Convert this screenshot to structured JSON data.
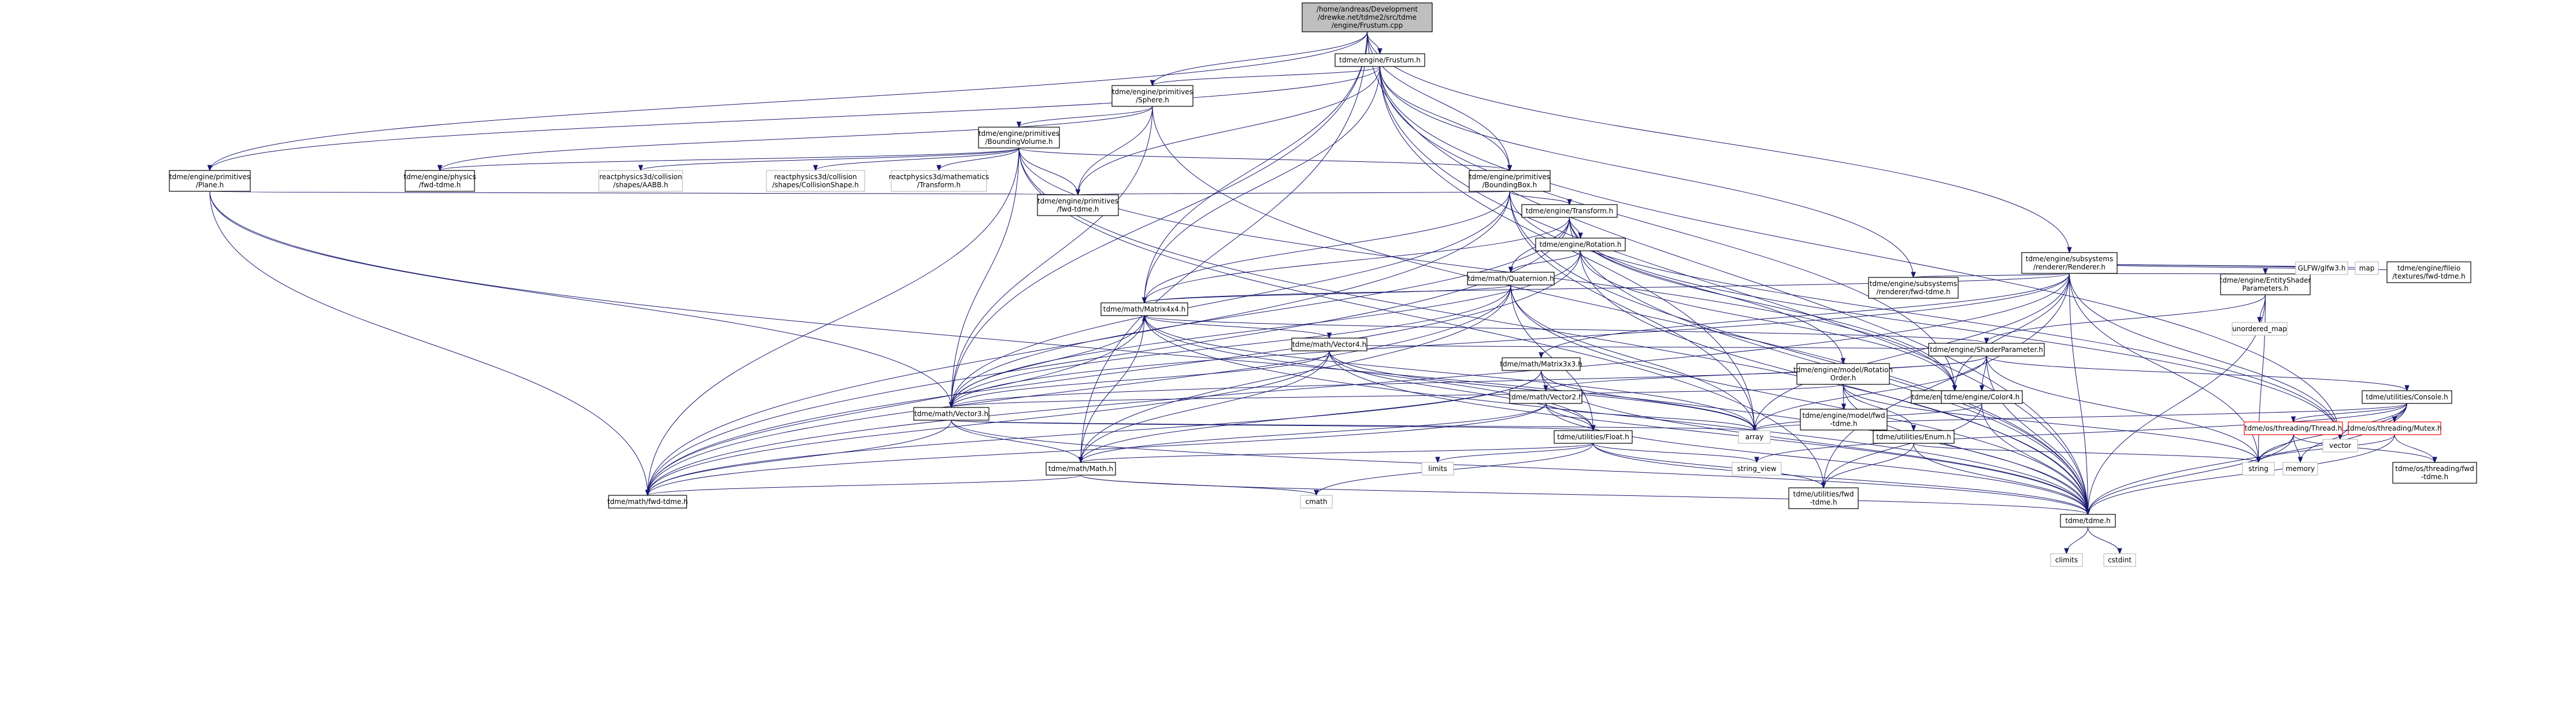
{
  "graph": {
    "nodes": [
      {
        "id": "root",
        "lines": [
          "/home/andreas/Development",
          "/drewke.net/tdme2/src/tdme",
          "/engine/Frustum.cpp"
        ],
        "style": "root"
      },
      {
        "id": "frustum_h",
        "lines": [
          "tdme/engine/Frustum.h"
        ],
        "style": "normal"
      },
      {
        "id": "sphere_h",
        "lines": [
          "tdme/engine/primitives",
          "/Sphere.h"
        ],
        "style": "normal"
      },
      {
        "id": "bv_h",
        "lines": [
          "tdme/engine/primitives",
          "/BoundingVolume.h"
        ],
        "style": "normal"
      },
      {
        "id": "plane_h",
        "lines": [
          "tdme/engine/primitives",
          "/Plane.h"
        ],
        "style": "normal"
      },
      {
        "id": "phys_fwd",
        "lines": [
          "tdme/engine/physics",
          "/fwd-tdme.h"
        ],
        "style": "normal"
      },
      {
        "id": "rp3d_aabb",
        "lines": [
          "reactphysics3d/collision",
          "/shapes/AABB.h"
        ],
        "style": "ext"
      },
      {
        "id": "rp3d_cs",
        "lines": [
          "reactphysics3d/collision",
          "/shapes/CollisionShape.h"
        ],
        "style": "ext"
      },
      {
        "id": "rp3d_tr",
        "lines": [
          "reactphysics3d/mathematics",
          "/Transform.h"
        ],
        "style": "ext"
      },
      {
        "id": "prim_fwd",
        "lines": [
          "tdme/engine/primitives",
          "/fwd-tdme.h"
        ],
        "style": "normal"
      },
      {
        "id": "bbox_h",
        "lines": [
          "tdme/engine/primitives",
          "/BoundingBox.h"
        ],
        "style": "normal"
      },
      {
        "id": "transform_h",
        "lines": [
          "tdme/engine/Transform.h"
        ],
        "style": "normal"
      },
      {
        "id": "rotation_h",
        "lines": [
          "tdme/engine/Rotation.h"
        ],
        "style": "normal"
      },
      {
        "id": "quat_h",
        "lines": [
          "tdme/math/Quaternion.h"
        ],
        "style": "normal"
      },
      {
        "id": "m44_h",
        "lines": [
          "tdme/math/Matrix4x4.h"
        ],
        "style": "normal"
      },
      {
        "id": "v4_h",
        "lines": [
          "tdme/math/Vector4.h"
        ],
        "style": "normal"
      },
      {
        "id": "m33_h",
        "lines": [
          "tdme/math/Matrix3x3.h"
        ],
        "style": "normal"
      },
      {
        "id": "v3_h",
        "lines": [
          "tdme/math/Vector3.h"
        ],
        "style": "normal"
      },
      {
        "id": "v2_h",
        "lines": [
          "tdme/math/Vector2.h"
        ],
        "style": "normal"
      },
      {
        "id": "float_h",
        "lines": [
          "tdme/utilities/Float.h"
        ],
        "style": "normal"
      },
      {
        "id": "math_h",
        "lines": [
          "tdme/math/Math.h"
        ],
        "style": "normal"
      },
      {
        "id": "math_fwd",
        "lines": [
          "tdme/math/fwd-tdme.h"
        ],
        "style": "normal"
      },
      {
        "id": "tdme_h",
        "lines": [
          "tdme/tdme.h"
        ],
        "style": "normal"
      },
      {
        "id": "climits",
        "lines": [
          "climits"
        ],
        "style": "ext"
      },
      {
        "id": "cstdint",
        "lines": [
          "cstdint"
        ],
        "style": "ext"
      },
      {
        "id": "cmath",
        "lines": [
          "cmath"
        ],
        "style": "ext"
      },
      {
        "id": "limits",
        "lines": [
          "limits"
        ],
        "style": "ext"
      },
      {
        "id": "string_view",
        "lines": [
          "string_view"
        ],
        "style": "ext"
      },
      {
        "id": "util_fwd",
        "lines": [
          "tdme/utilities/fwd",
          "-tdme.h"
        ],
        "style": "normal"
      },
      {
        "id": "array",
        "lines": [
          "array"
        ],
        "style": "ext"
      },
      {
        "id": "vector",
        "lines": [
          "vector"
        ],
        "style": "ext"
      },
      {
        "id": "string",
        "lines": [
          "string"
        ],
        "style": "ext"
      },
      {
        "id": "memory",
        "lines": [
          "memory"
        ],
        "style": "ext"
      },
      {
        "id": "rot_order_h",
        "lines": [
          "tdme/engine/model/Rotation",
          "Order.h"
        ],
        "style": "normal"
      },
      {
        "id": "model_fwd",
        "lines": [
          "tdme/engine/model/fwd",
          "-tdme.h"
        ],
        "style": "normal"
      },
      {
        "id": "enum_h",
        "lines": [
          "tdme/utilities/Enum.h"
        ],
        "style": "normal"
      },
      {
        "id": "engine_fwd",
        "lines": [
          "tdme/engine/fwd-tdme.h"
        ],
        "style": "normal"
      },
      {
        "id": "renderer_h",
        "lines": [
          "tdme/engine/subsystems",
          "/renderer/Renderer.h"
        ],
        "style": "normal"
      },
      {
        "id": "renderer_fwd",
        "lines": [
          "tdme/engine/subsystems",
          "/renderer/fwd-tdme.h"
        ],
        "style": "normal"
      },
      {
        "id": "esp_h",
        "lines": [
          "tdme/engine/EntityShader",
          "Parameters.h"
        ],
        "style": "normal"
      },
      {
        "id": "glfw",
        "lines": [
          "GLFW/glfw3.h"
        ],
        "style": "ext"
      },
      {
        "id": "map",
        "lines": [
          "map"
        ],
        "style": "ext"
      },
      {
        "id": "fileio_fwd",
        "lines": [
          "tdme/engine/fileio",
          "/textures/fwd-tdme.h"
        ],
        "style": "normal"
      },
      {
        "id": "unordered_map",
        "lines": [
          "unordered_map"
        ],
        "style": "ext"
      },
      {
        "id": "shaderparam_h",
        "lines": [
          "tdme/engine/ShaderParameter.h"
        ],
        "style": "normal"
      },
      {
        "id": "color4_h",
        "lines": [
          "tdme/engine/Color4.h"
        ],
        "style": "normal"
      },
      {
        "id": "console_h",
        "lines": [
          "tdme/utilities/Console.h"
        ],
        "style": "normal"
      },
      {
        "id": "thread_h",
        "lines": [
          "tdme/os/threading/Thread.h"
        ],
        "style": "red"
      },
      {
        "id": "mutex_h",
        "lines": [
          "tdme/os/threading/Mutex.h"
        ],
        "style": "red"
      },
      {
        "id": "thread_fwd",
        "lines": [
          "tdme/os/threading/fwd",
          "-tdme.h"
        ],
        "style": "normal"
      }
    ],
    "edges": [
      [
        "root",
        "frustum_h"
      ],
      [
        "root",
        "sphere_h"
      ],
      [
        "root",
        "plane_h"
      ],
      [
        "root",
        "bbox_h"
      ],
      [
        "root",
        "m44_h"
      ],
      [
        "root",
        "v3_h"
      ],
      [
        "root",
        "math_h"
      ],
      [
        "root",
        "renderer_h"
      ],
      [
        "root",
        "tdme_h"
      ],
      [
        "frustum_h",
        "sphere_h"
      ],
      [
        "frustum_h",
        "bbox_h"
      ],
      [
        "frustum_h",
        "plane_h"
      ],
      [
        "frustum_h",
        "prim_fwd"
      ],
      [
        "frustum_h",
        "m44_h"
      ],
      [
        "frustum_h",
        "array"
      ],
      [
        "frustum_h",
        "engine_fwd"
      ],
      [
        "frustum_h",
        "renderer_fwd"
      ],
      [
        "frustum_h",
        "tdme_h"
      ],
      [
        "frustum_h",
        "vector"
      ],
      [
        "sphere_h",
        "bv_h"
      ],
      [
        "sphere_h",
        "phys_fwd"
      ],
      [
        "sphere_h",
        "prim_fwd"
      ],
      [
        "sphere_h",
        "v3_h"
      ],
      [
        "sphere_h",
        "tdme_h"
      ],
      [
        "bv_h",
        "phys_fwd"
      ],
      [
        "bv_h",
        "rp3d_aabb"
      ],
      [
        "bv_h",
        "rp3d_cs"
      ],
      [
        "bv_h",
        "rp3d_tr"
      ],
      [
        "bv_h",
        "prim_fwd"
      ],
      [
        "bv_h",
        "bbox_h"
      ],
      [
        "bv_h",
        "engine_fwd"
      ],
      [
        "bv_h",
        "v3_h"
      ],
      [
        "bv_h",
        "math_fwd"
      ],
      [
        "bv_h",
        "tdme_h"
      ],
      [
        "bv_h",
        "util_fwd"
      ],
      [
        "plane_h",
        "prim_fwd"
      ],
      [
        "plane_h",
        "v3_h"
      ],
      [
        "plane_h",
        "math_fwd"
      ],
      [
        "plane_h",
        "tdme_h"
      ],
      [
        "bbox_h",
        "prim_fwd"
      ],
      [
        "bbox_h",
        "transform_h"
      ],
      [
        "bbox_h",
        "m44_h"
      ],
      [
        "bbox_h",
        "v3_h"
      ],
      [
        "bbox_h",
        "math_fwd"
      ],
      [
        "bbox_h",
        "array"
      ],
      [
        "bbox_h",
        "vector"
      ],
      [
        "bbox_h",
        "tdme_h"
      ],
      [
        "transform_h",
        "rotation_h"
      ],
      [
        "transform_h",
        "rot_order_h"
      ],
      [
        "transform_h",
        "quat_h"
      ],
      [
        "transform_h",
        "m44_h"
      ],
      [
        "transform_h",
        "v3_h"
      ],
      [
        "transform_h",
        "math_fwd"
      ],
      [
        "transform_h",
        "engine_fwd"
      ],
      [
        "transform_h",
        "vector"
      ],
      [
        "transform_h",
        "tdme_h"
      ],
      [
        "rotation_h",
        "quat_h"
      ],
      [
        "rotation_h",
        "v3_h"
      ],
      [
        "rotation_h",
        "math_fwd"
      ],
      [
        "rotation_h",
        "engine_fwd"
      ],
      [
        "rotation_h",
        "tdme_h"
      ],
      [
        "quat_h",
        "m44_h"
      ],
      [
        "quat_h",
        "v3_h"
      ],
      [
        "quat_h",
        "math_h"
      ],
      [
        "quat_h",
        "math_fwd"
      ],
      [
        "quat_h",
        "float_h"
      ],
      [
        "quat_h",
        "array"
      ],
      [
        "quat_h",
        "tdme_h"
      ],
      [
        "m44_h",
        "v4_h"
      ],
      [
        "m44_h",
        "v3_h"
      ],
      [
        "m44_h",
        "math_h"
      ],
      [
        "m44_h",
        "math_fwd"
      ],
      [
        "m44_h",
        "float_h"
      ],
      [
        "m44_h",
        "array"
      ],
      [
        "m44_h",
        "tdme_h"
      ],
      [
        "v4_h",
        "v3_h"
      ],
      [
        "v4_h",
        "math_h"
      ],
      [
        "v4_h",
        "math_fwd"
      ],
      [
        "v4_h",
        "float_h"
      ],
      [
        "v4_h",
        "array"
      ],
      [
        "v4_h",
        "tdme_h"
      ],
      [
        "m33_h",
        "v2_h"
      ],
      [
        "m33_h",
        "math_h"
      ],
      [
        "m33_h",
        "math_fwd"
      ],
      [
        "m33_h",
        "array"
      ],
      [
        "m33_h",
        "tdme_h"
      ],
      [
        "v3_h",
        "math_h"
      ],
      [
        "v3_h",
        "math_fwd"
      ],
      [
        "v3_h",
        "float_h"
      ],
      [
        "v3_h",
        "array"
      ],
      [
        "v3_h",
        "tdme_h"
      ],
      [
        "v2_h",
        "math_h"
      ],
      [
        "v2_h",
        "math_fwd"
      ],
      [
        "v2_h",
        "float_h"
      ],
      [
        "v2_h",
        "array"
      ],
      [
        "v2_h",
        "tdme_h"
      ],
      [
        "float_h",
        "math_h"
      ],
      [
        "float_h",
        "cmath"
      ],
      [
        "float_h",
        "limits"
      ],
      [
        "float_h",
        "string_view"
      ],
      [
        "float_h",
        "util_fwd"
      ],
      [
        "float_h",
        "tdme_h"
      ],
      [
        "math_h",
        "cmath"
      ],
      [
        "math_h",
        "math_fwd"
      ],
      [
        "math_h",
        "tdme_h"
      ],
      [
        "tdme_h",
        "climits"
      ],
      [
        "tdme_h",
        "cstdint"
      ],
      [
        "rot_order_h",
        "model_fwd"
      ],
      [
        "rot_order_h",
        "v3_h"
      ],
      [
        "rot_order_h",
        "enum_h"
      ],
      [
        "rot_order_h",
        "string"
      ],
      [
        "rot_order_h",
        "tdme_h"
      ],
      [
        "enum_h",
        "string"
      ],
      [
        "enum_h",
        "util_fwd"
      ],
      [
        "enum_h",
        "tdme_h"
      ],
      [
        "renderer_h",
        "engine_fwd"
      ],
      [
        "renderer_h",
        "renderer_fwd"
      ],
      [
        "renderer_h",
        "esp_h"
      ],
      [
        "renderer_h",
        "glfw"
      ],
      [
        "renderer_h",
        "map"
      ],
      [
        "renderer_h",
        "fileio_fwd"
      ],
      [
        "renderer_h",
        "m33_h"
      ],
      [
        "renderer_h",
        "m44_h"
      ],
      [
        "renderer_h",
        "v3_h"
      ],
      [
        "renderer_h",
        "math_fwd"
      ],
      [
        "renderer_h",
        "array"
      ],
      [
        "renderer_h",
        "string"
      ],
      [
        "renderer_h",
        "vector"
      ],
      [
        "renderer_h",
        "util_fwd"
      ],
      [
        "renderer_h",
        "tdme_h"
      ],
      [
        "esp_h",
        "shaderparam_h"
      ],
      [
        "esp_h",
        "unordered_map"
      ],
      [
        "esp_h",
        "string"
      ],
      [
        "esp_h",
        "tdme_h"
      ],
      [
        "shaderparam_h",
        "color4_h"
      ],
      [
        "shaderparam_h",
        "m44_h"
      ],
      [
        "shaderparam_h",
        "v2_h"
      ],
      [
        "shaderparam_h",
        "v3_h"
      ],
      [
        "shaderparam_h",
        "v4_h"
      ],
      [
        "shaderparam_h",
        "console_h"
      ],
      [
        "shaderparam_h",
        "array"
      ],
      [
        "shaderparam_h",
        "string"
      ],
      [
        "shaderparam_h",
        "tdme_h"
      ],
      [
        "color4_h",
        "engine_fwd"
      ],
      [
        "color4_h",
        "array"
      ],
      [
        "color4_h",
        "util_fwd"
      ],
      [
        "color4_h",
        "tdme_h"
      ],
      [
        "console_h",
        "thread_h"
      ],
      [
        "console_h",
        "mutex_h"
      ],
      [
        "console_h",
        "array"
      ],
      [
        "console_h",
        "memory"
      ],
      [
        "console_h",
        "string"
      ],
      [
        "console_h",
        "string_view"
      ],
      [
        "console_h",
        "vector"
      ],
      [
        "console_h",
        "tdme_h"
      ],
      [
        "thread_h",
        "memory"
      ],
      [
        "thread_h",
        "string"
      ],
      [
        "thread_h",
        "thread_fwd"
      ],
      [
        "thread_h",
        "tdme_h"
      ],
      [
        "mutex_h",
        "string"
      ],
      [
        "mutex_h",
        "thread_fwd"
      ],
      [
        "mutex_h",
        "tdme_h"
      ]
    ]
  }
}
